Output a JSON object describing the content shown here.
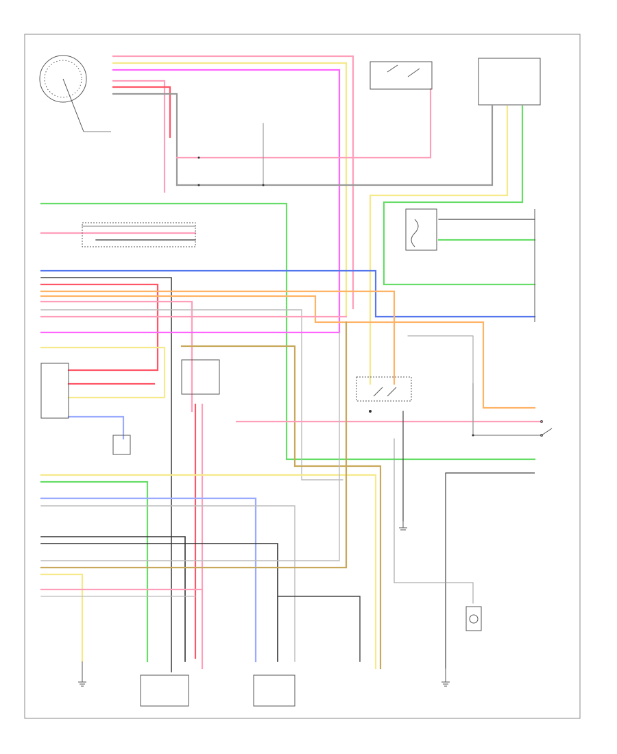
{
  "diagram": {
    "footer_code": "",
    "wire_colors": {
      "pink": "#ff9ebb",
      "yellow": "#f5e98a",
      "magenta": "#ff66ff",
      "green": "#66dd66",
      "blue": "#5577ee",
      "orange": "#ffb366",
      "red": "#ff5566",
      "tan": "#c8a85a",
      "lightblue": "#99aaff",
      "gray": "#999999",
      "dark": "#444444",
      "black": "#222222"
    },
    "components": [
      {
        "id": "gauge",
        "label": ""
      },
      {
        "id": "ignition-switch",
        "label": ""
      },
      {
        "id": "instrument-cluster",
        "label": ""
      },
      {
        "id": "tachometer",
        "label": ""
      },
      {
        "id": "splice-pack",
        "label": ""
      },
      {
        "id": "fuel-pump-connector",
        "label": ""
      },
      {
        "id": "vehicle-speed-sensor",
        "label": ""
      },
      {
        "id": "powertrain-control-module",
        "label": ""
      },
      {
        "id": "oxygen-sensor",
        "label": ""
      },
      {
        "id": "knock-sensor",
        "label": ""
      },
      {
        "id": "fuel-pump-relay",
        "label": ""
      },
      {
        "id": "camshaft-position-sensor",
        "label": ""
      },
      {
        "id": "crankshaft-position-sensor",
        "label": ""
      },
      {
        "id": "engine-coolant-sensor",
        "label": ""
      },
      {
        "id": "fuel-pump-motor",
        "label": ""
      },
      {
        "id": "ground-left",
        "label": ""
      },
      {
        "id": "ground-center",
        "label": ""
      },
      {
        "id": "ground-right",
        "label": ""
      }
    ]
  }
}
